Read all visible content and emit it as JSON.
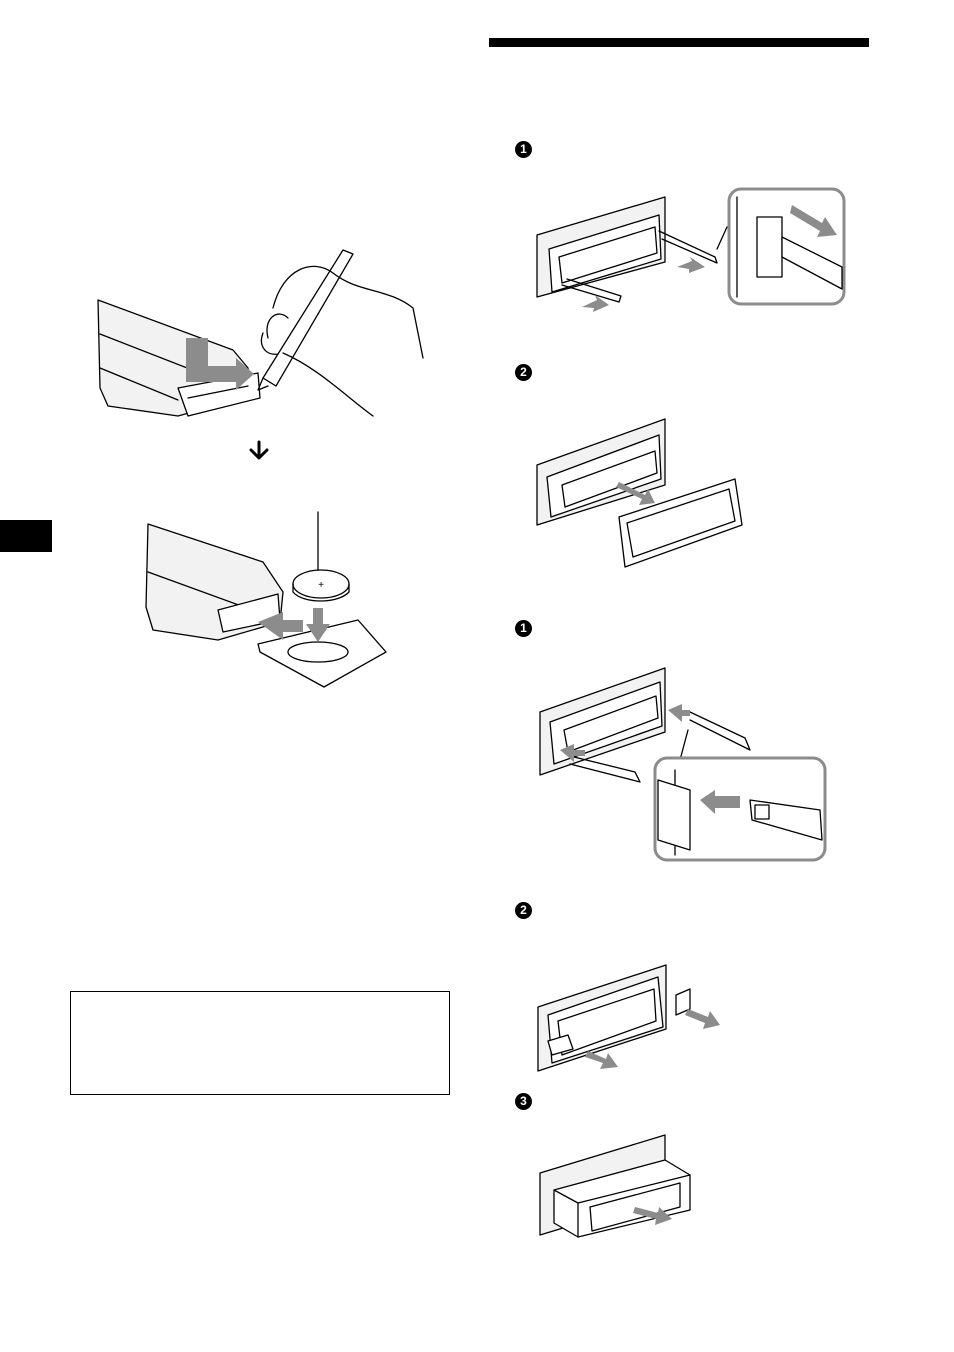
{
  "steps": {
    "removal_1": "1",
    "removal_2": "2",
    "mount_1": "1",
    "mount_2": "2",
    "mount_3": "3"
  },
  "figures": {
    "battery_insert": "remote-battery-replacement",
    "removal_keys": "release-keys-insert",
    "removal_frame": "frame-removal",
    "mount_keys": "release-keys-mount",
    "mount_pull": "unit-pull",
    "mount_out": "unit-out"
  }
}
